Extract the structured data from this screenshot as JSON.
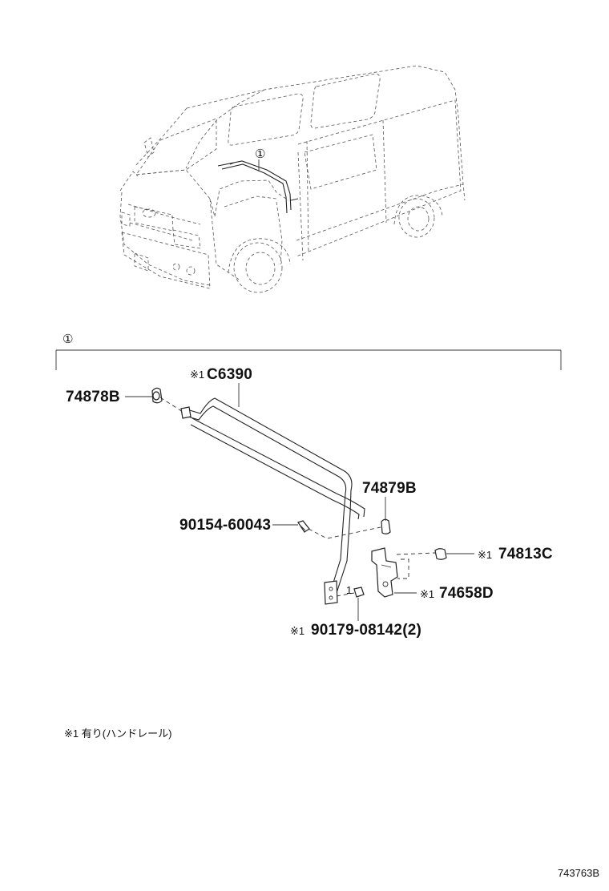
{
  "callout_marker": "①",
  "section_marker": "①",
  "labels": {
    "p_c6390": {
      "mark": "※1",
      "number": "C6390"
    },
    "p_74878b": {
      "mark": "",
      "number": "74878B"
    },
    "p_74879b": {
      "mark": "",
      "number": "74879B"
    },
    "p_90154": {
      "mark": "",
      "number": "90154-60043"
    },
    "p_74813c": {
      "mark": "※1",
      "number": "74813C"
    },
    "p_74658d": {
      "mark": "※1",
      "number": "74658D"
    },
    "p_90179": {
      "mark": "※1",
      "number": "90179-08142(2)"
    }
  },
  "footnote": "※1 有り(ハンドレール)",
  "figure_ref": "743763B"
}
